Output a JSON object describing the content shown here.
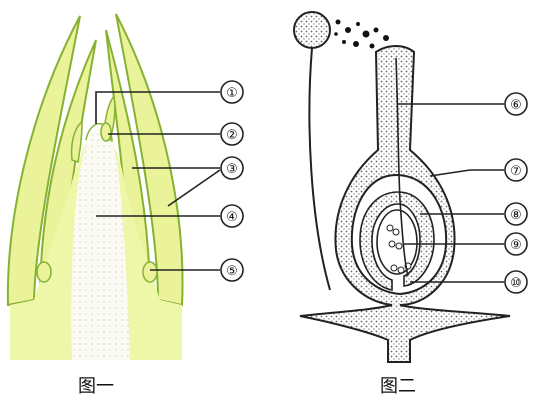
{
  "figure_1": {
    "caption": "图一",
    "labels": [
      "①",
      "②",
      "③",
      "④",
      "⑤"
    ]
  },
  "figure_2": {
    "caption": "图二",
    "labels": [
      "⑥",
      "⑦",
      "⑧",
      "⑨",
      "⑩"
    ]
  },
  "colors": {
    "bud_fill": "#eaf39a",
    "bud_edge": "#86b233",
    "dotted_fill": "#d9d9d9",
    "outline": "#222222"
  }
}
